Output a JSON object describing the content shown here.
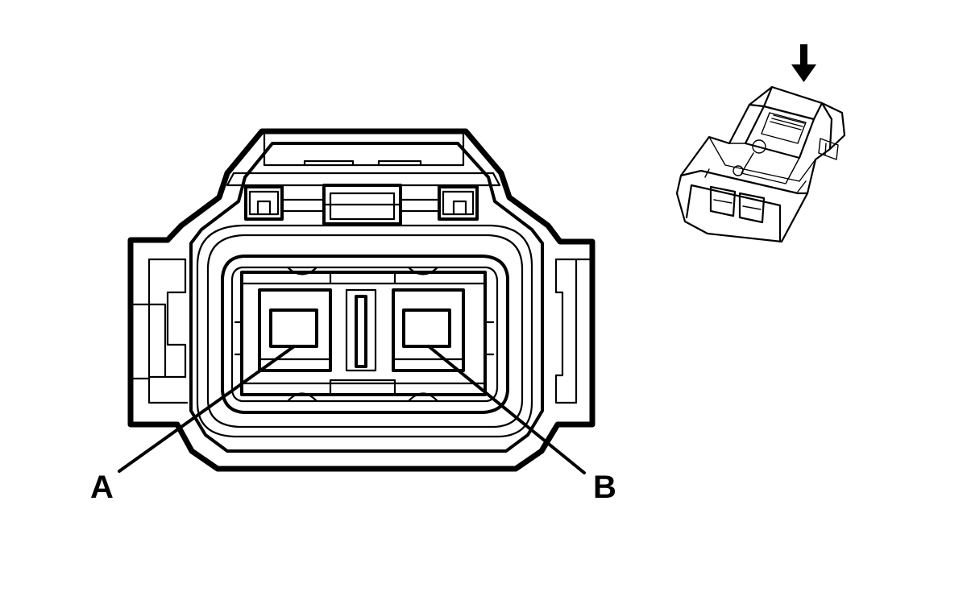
{
  "diagram": {
    "callouts": [
      {
        "id": "A",
        "label": "A"
      },
      {
        "id": "B",
        "label": "B"
      }
    ],
    "colors": {
      "ink": "#000000",
      "background": "#ffffff"
    },
    "icons": {
      "view_arrow": "arrow-down-icon",
      "inset": "connector-isometric-icon"
    }
  }
}
